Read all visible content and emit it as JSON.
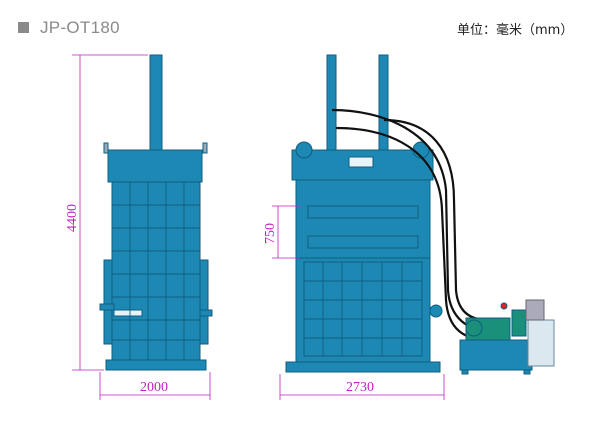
{
  "header": {
    "model": "JP-OT180",
    "unit": "单位：毫米（mm）"
  },
  "dimensions": {
    "height": "4400",
    "width_side": "2000",
    "width_front": "2730",
    "chamber_height": "750"
  },
  "colors": {
    "machine": "#1e88b4",
    "machine_dark": "#0f5f80",
    "dimension": "#c21ec2",
    "hydraulic_hose": "#111111",
    "motor": "#1a8f7a"
  }
}
